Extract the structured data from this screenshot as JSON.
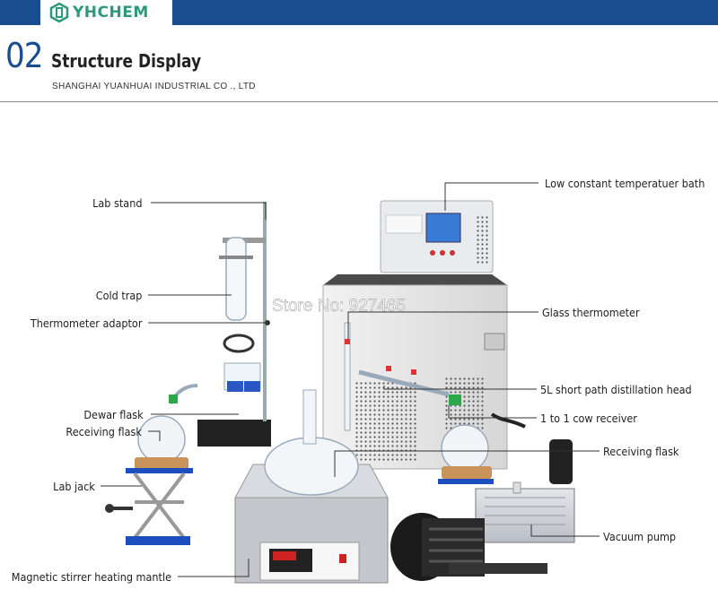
{
  "header": {
    "logo_text": "YHCHEM",
    "section_number": "02",
    "section_title": "Structure Display",
    "company": "SHANGHAI YUANHUAI INDUSTRIAL CO ., LTD"
  },
  "watermark": "Store No: 927465",
  "colors": {
    "brand_blue": "#1a4d8f",
    "logo_green": "#2c9a7a"
  },
  "labels_left": [
    "Lab stand",
    "Cold trap",
    "Thermometer adaptor",
    "Dewar flask",
    "Receiving flask",
    "Lab jack",
    "Magnetic stirrer heating mantle"
  ],
  "labels_right": [
    "Low constant temperatuer bath",
    "Glass thermometer",
    "5L short path distillation head",
    "1 to 1 cow receiver",
    "Receiving flask",
    "Vacuum pump"
  ]
}
